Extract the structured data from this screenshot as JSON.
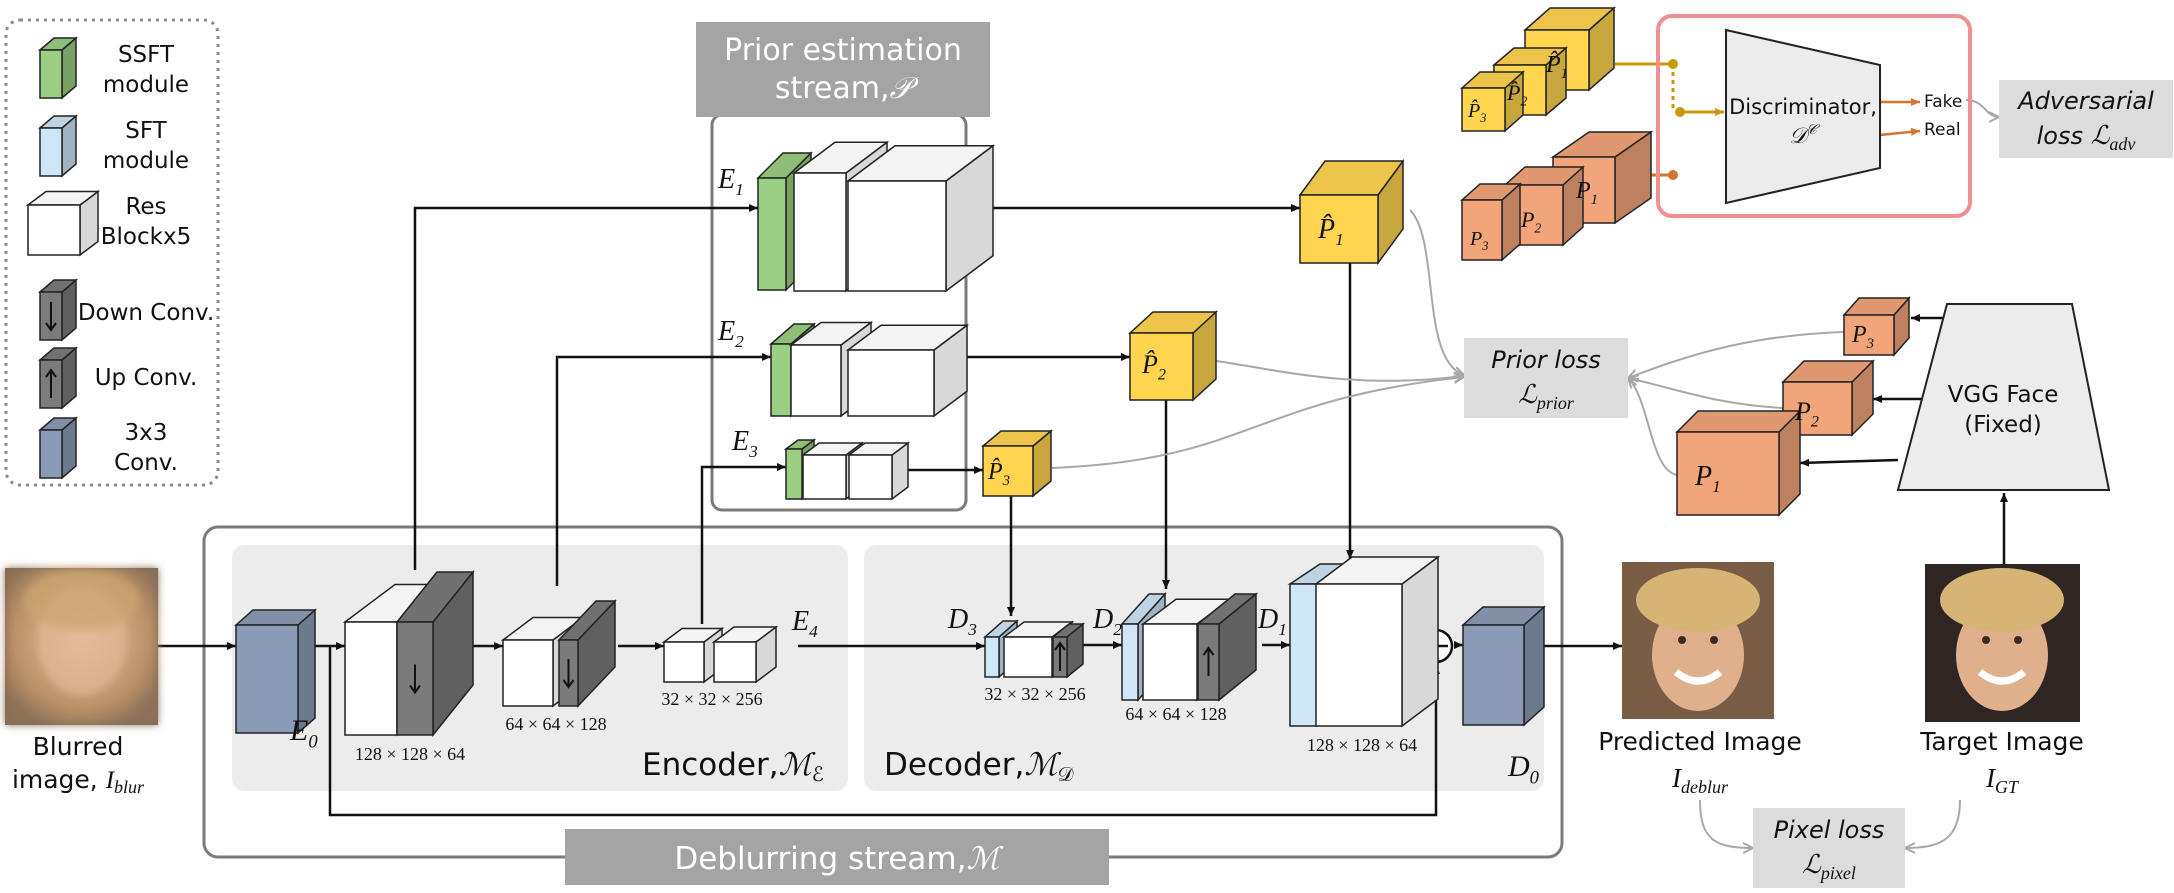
{
  "legend": {
    "ssft": [
      "SSFT",
      "module"
    ],
    "sft": [
      "SFT",
      "module"
    ],
    "res": [
      "Res",
      "Blockx5"
    ],
    "down": "Down Conv.",
    "up": "Up Conv.",
    "conv": [
      "3x3",
      "Conv."
    ]
  },
  "prior_stream": {
    "title": [
      "Prior estimation",
      "stream,"
    ],
    "symbol": "𝒫"
  },
  "deblur_stream": {
    "title": "Deblurring stream,",
    "symbol": "ℳ"
  },
  "encoder": {
    "title": "Encoder,",
    "symbol": "ℳ",
    "sub": "ℰ"
  },
  "decoder": {
    "title": "Decoder,",
    "symbol": "ℳ",
    "sub": "𝒟"
  },
  "input": {
    "lines": [
      "Blurred",
      "image, "
    ],
    "var": "I",
    "sub": "blur"
  },
  "predicted": {
    "title": "Predicted Image",
    "var": "I",
    "sub": "deblur"
  },
  "target": {
    "title": "Target Image",
    "var": "I",
    "sub": "GT"
  },
  "labels": {
    "E0": [
      "E",
      "0"
    ],
    "E1": [
      "E",
      "1"
    ],
    "E2": [
      "E",
      "2"
    ],
    "E3": [
      "E",
      "3"
    ],
    "E4": [
      "E",
      "4"
    ],
    "D0": [
      "D",
      "0"
    ],
    "D1": [
      "D",
      "1"
    ],
    "D2": [
      "D",
      "2"
    ],
    "D3": [
      "D",
      "3"
    ],
    "Phat1": [
      "P̂",
      "1"
    ],
    "Phat2": [
      "P̂",
      "2"
    ],
    "Phat3": [
      "P̂",
      "3"
    ],
    "P1": [
      "P",
      "1"
    ],
    "P2": [
      "P",
      "2"
    ],
    "P3": [
      "P",
      "3"
    ]
  },
  "dims": {
    "enc1": "128 × 128 × 64",
    "enc2": "64 × 64 × 128",
    "enc3": "32 × 32 × 256",
    "dec3": "32 × 32 × 256",
    "dec2": "64 × 64 × 128",
    "dec1": "128 × 128 × 64"
  },
  "losses": {
    "prior": {
      "title": "Prior loss",
      "var": "ℒ",
      "sub": "prior"
    },
    "pixel": {
      "title": "Pixel loss",
      "var": "ℒ",
      "sub": "pixel"
    },
    "adv": {
      "title": [
        "Adversarial",
        "loss "
      ],
      "var": "ℒ",
      "sub": "adv"
    }
  },
  "discriminator": {
    "title": "Discriminator,",
    "var": "𝒟",
    "sup": "𝒞",
    "fake": "Fake",
    "real": "Real"
  },
  "vgg": [
    "VGG Face",
    "(Fixed)"
  ],
  "colors": {
    "ssft": "#9bcf83",
    "sft": "#cfe6f7",
    "conv": "#8c9bb5",
    "dark": "#7b7b7b",
    "prior_hat": "#ffd54f",
    "prior_gt": "#f2a57a",
    "disc_border": "#ef8f8f",
    "loss_box": "#dcdcdc",
    "panel": "#ececec",
    "header": "#a4a4a4"
  }
}
